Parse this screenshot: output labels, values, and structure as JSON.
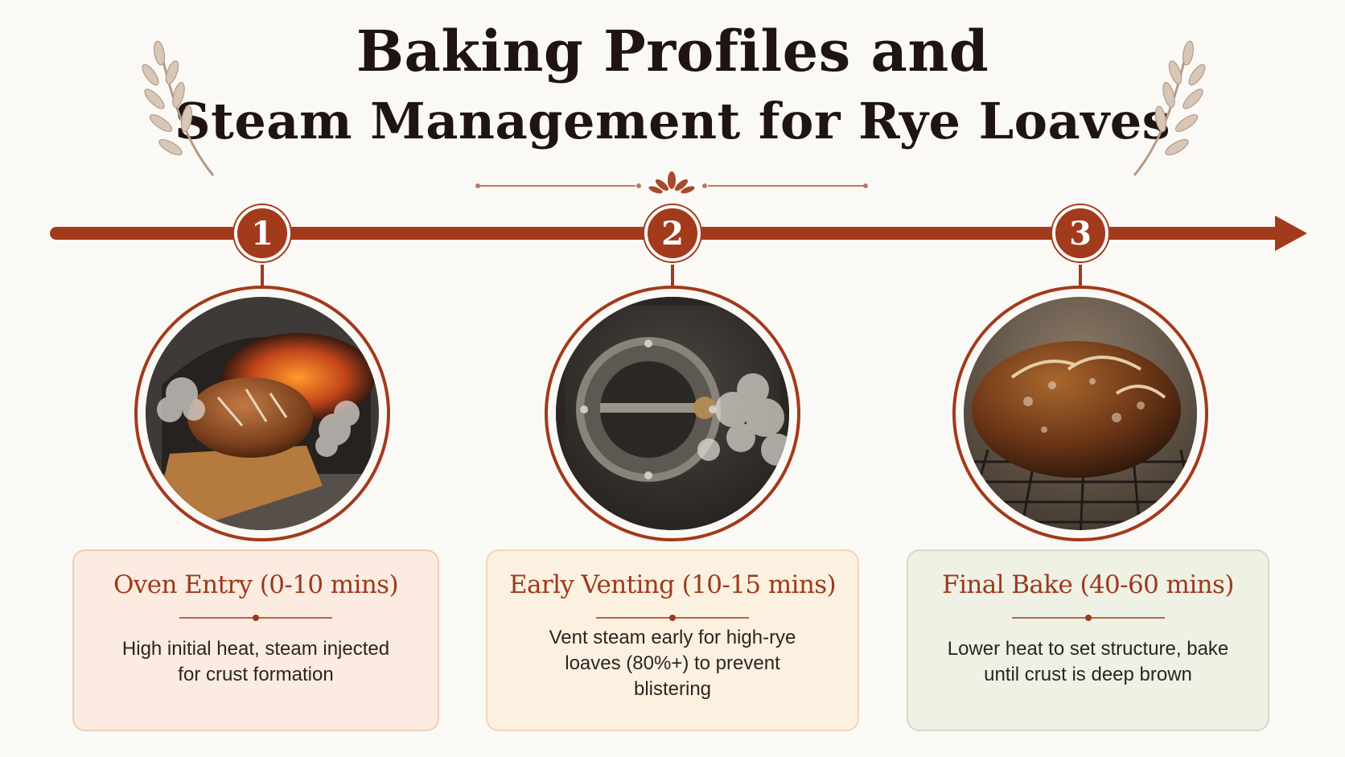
{
  "title": {
    "line1": "Baking Profiles and",
    "line2": "Steam Management for Rye Loaves"
  },
  "colors": {
    "accent": "#a23a1c",
    "title_text": "#1f1412",
    "card1_bg": "#fbebe0",
    "card2_bg": "#fcf0e0",
    "card3_bg": "#eef1e4"
  },
  "decorations": {
    "left": "wheat-sprig-icon",
    "right": "wheat-sprig-icon",
    "center": "wheat-ornament-icon"
  },
  "steps": [
    {
      "number": "1",
      "image": "bread-in-oven-with-steam",
      "title": "Oven Entry (0-10 mins)",
      "description": "High initial heat, steam injected for crust formation"
    },
    {
      "number": "2",
      "image": "oven-vent-releasing-steam",
      "title": "Early Venting (10-15 mins)",
      "description": "Vent steam early for high-rye loaves (80%+) to prevent blistering"
    },
    {
      "number": "3",
      "image": "rye-loaf-on-cooling-rack",
      "title": "Final Bake (40-60 mins)",
      "description": "Lower heat to set structure, bake until crust is deep brown"
    }
  ]
}
